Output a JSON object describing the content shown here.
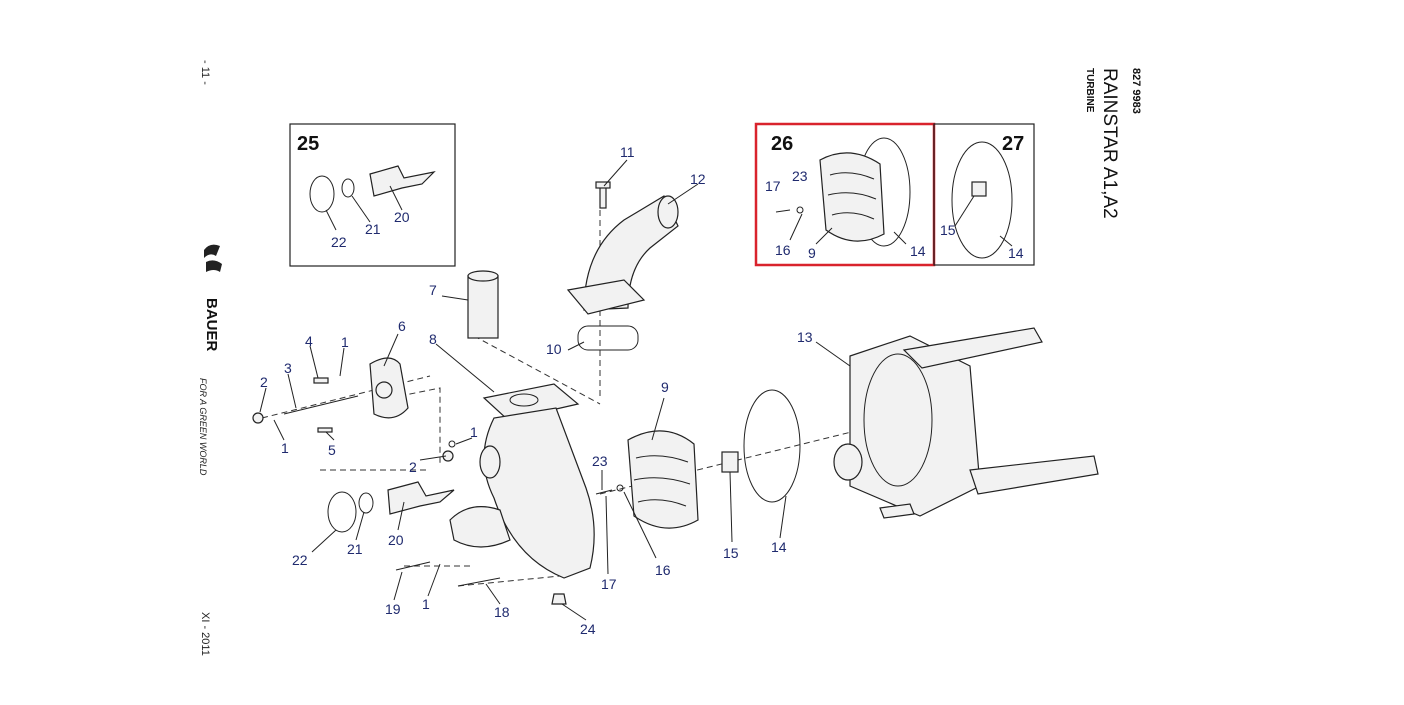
{
  "header": {
    "doc_number": "827 9983",
    "model": "RAINSTAR A1,A2",
    "section": "TURBINE"
  },
  "side": {
    "page": "- 11 -",
    "brand": "BAUER",
    "slogan": "FOR A GREEN WORLD",
    "date": "XI - 2011"
  },
  "boxes": {
    "b25": "25",
    "b26": "26",
    "b27": "27",
    "highlight_color": "#d9232d"
  },
  "callouts": {
    "c1": "1",
    "c1b": "1",
    "c1c": "1",
    "c1d": "1",
    "c2": "2",
    "c2b": "2",
    "c3": "3",
    "c4": "4",
    "c5": "5",
    "c6": "6",
    "c7": "7",
    "c8": "8",
    "c9": "9",
    "c10": "10",
    "c11": "11",
    "c12": "12",
    "c13": "13",
    "c14": "14",
    "c15": "15",
    "c16": "16",
    "c17": "17",
    "c18": "18",
    "c19": "19",
    "c20": "20",
    "c21": "21",
    "c22": "22",
    "c23": "23",
    "c24": "24",
    "b25_20": "20",
    "b25_21": "21",
    "b25_22": "22",
    "b26_9": "9",
    "b26_14": "14",
    "b26_16": "16",
    "b26_17": "17",
    "b26_23": "23",
    "b27_14": "14",
    "b27_15": "15"
  }
}
